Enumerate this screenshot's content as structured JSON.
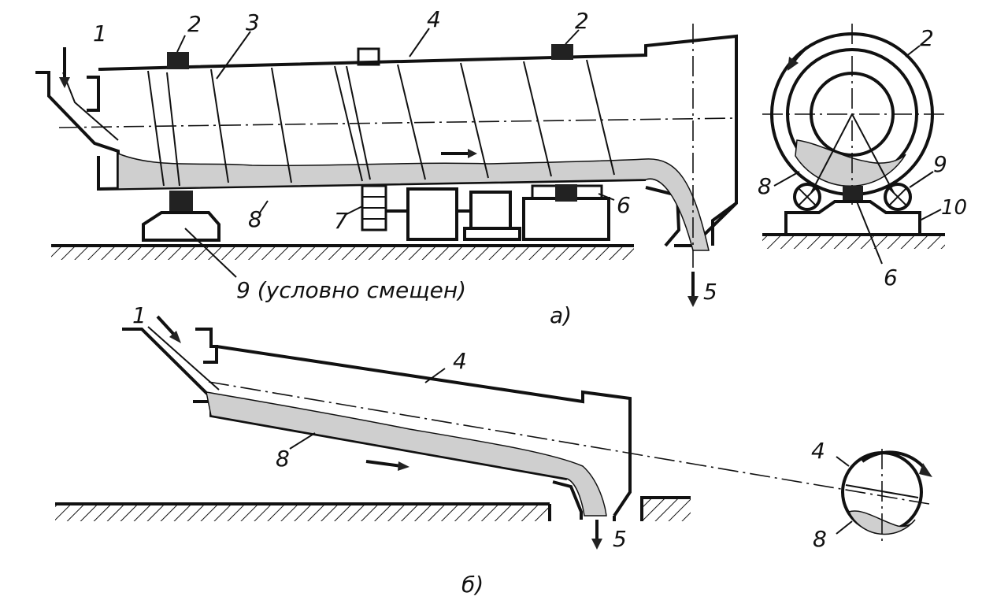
{
  "labels": {
    "feed": "1",
    "support_ring": "2",
    "spiral": "3",
    "drum": "4",
    "discharge": "5",
    "roller": "6",
    "gear": "7",
    "material": "8",
    "roller_note": "9 (условно смещен)",
    "roller_9": "9",
    "base": "10"
  },
  "captions": {
    "fig_a": "а)",
    "fig_b": "б)"
  }
}
